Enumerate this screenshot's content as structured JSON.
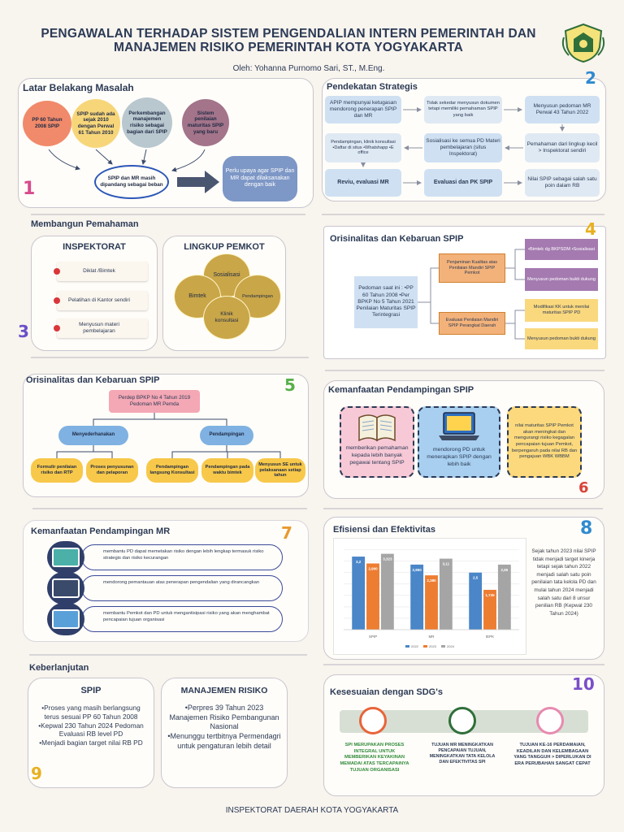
{
  "header": {
    "title_line1": "PENGAWALAN TERHADAP SISTEM PENGENDALIAN INTERN PEMERINTAH DAN",
    "title_line2": "MANAJEMEN RISIKO PEMERINTAH KOTA YOGYAKARTA",
    "author": "Oleh: Yohanna Purnomo Sari, ST., M.Eng."
  },
  "s1": {
    "title": "Latar Belakang Masalah",
    "num": "1",
    "c1": "PP 60 Tahun 2008 SPIP",
    "c2": "SPIP sudah ada sejak 2010 dengan Perwal 61 Tahun 2010",
    "c3": "Perkembangan manajemen risiko sebagai bagian dari SPIP",
    "c4": "Sistem penilaian maturitas SPIP yang baru",
    "ellipse": "SPIP dan MR masih dipandang sebagai beban",
    "result": "Perlu upaya agar SPIP dan MR dapat dilaksanakan dengan baik"
  },
  "s2": {
    "title": "Pendekatan Strategis",
    "num": "2",
    "b1": "APIP mempunyai ketugasan mendorong penerapan SPIP dan MR",
    "b2": "Tidak sekedar menyusun dokumen tetapi memiliki pemahaman SPIP yang baik",
    "b3": "Menyusun pedoman MR Perwal 43 Tahun 2022",
    "b4": "Pendampingan, klinik konsultasi •Daftar di situs •Whatshapp •E office",
    "b5": "Sosialisasi ke semua PD Materi pembelajaran (situs Inspektorat)",
    "b6": "Pemahaman dari lingkup kecil > Inspektorat sendiri",
    "b7": "Reviu, evaluasi MR",
    "b8": "Evaluasi dan PK SPIP",
    "b9": "Nilai SPIP sebagai salah satu poin dalam RB"
  },
  "s3": {
    "title": "Membangun Pemahaman",
    "num": "3",
    "left_title": "INSPEKTORAT",
    "items": [
      "Diklat /Bimtek",
      "Pelatihan di Kantor sendiri",
      "Menyusun materi pembelajaran"
    ],
    "right_title": "LINGKUP PEMKOT",
    "v1": "Sosialisasi",
    "v2": "Bimtek",
    "v3": "Pendampingan",
    "v4": "Klinik konsultasi"
  },
  "s4": {
    "title": "Orisinalitas dan Kebaruan SPIP",
    "num": "4",
    "root": "Pedoman saat ini : •PP 60 Tahun 2008 •Per BPKP No 5 Tahun 2021 Penilaian Maturitas SPIP Terintegrasi",
    "mid1": "Penjaminan Kualitas atas Penilaian Mandiri SPIP Pemkot",
    "mid2": "Evaluasi Penilaian Mandiri SPIP Perangkat Daerah",
    "r1": "•Bimtek dg BKPSDM •Sosialisasi",
    "r2": "Menyusun pedoman bukti dukung",
    "r3": "Modifikasi KK untuk menilai maturitas SPIP PD",
    "r4": "Menyusun pedoman bukti dukung"
  },
  "s5": {
    "title": "Orisinalitas dan Kebaruan SPIP",
    "num": "5",
    "root": "Perdep BPKP No 4 Tahun 2019 Pedoman MR Pemda",
    "m1": "Menyederhanakan",
    "m2": "Pendampingan",
    "l1": "Formulir penilaian risiko dan RTP",
    "l2": "Proses penyusunan dan pelaporan",
    "l3": "Pendampingan langsung Konsultasi",
    "l4": "Pendampingan pada waktu bimtek",
    "l5": "Menyusun SE untuk pelaksanaan setiap tahun"
  },
  "s6": {
    "title": "Kemanfaatan Pendampingan SPIP",
    "num": "6",
    "t1": "memberikan pemahaman kepada lebih banyak pegawai tentang SPIP",
    "t2": "mendorong PD untuk menerapkan SPIP dengan lebih baik",
    "t3": "nilai maturitas SPIP Pemkot akan meningkat dan mengurangi risiko kegagalan pencapaian tujuan Pemkot, berpengaruh pada nilai RB dan pengajuan WBK WBBM"
  },
  "s7": {
    "title": "Kemanfaatan Pendampingan MR",
    "num": "7",
    "items": [
      "membantu PD dapat memetakan risiko dengan lebih lengkap termasuk risiko strategis dan risiko kecurangan",
      "mendorong pemantauan atas penerapan pengendalian yang dirancangkan",
      "membantu Pemkot dan PD untuk mengantisipasi risiko yang akan menghambat pencapaian tujuan organisasi"
    ]
  },
  "s8": {
    "title": "Efisiensi dan Efektivitas",
    "num": "8",
    "text": "Sejak tahun 2023 nilai SPIP tidak menjadi target kinerja tetapi sejak tahun 2022 menjadi salah satu poin penilaian tata kelola PD dan mulai tahun 2024 menjadi salah satu dari 8 unsur penilian RB (Kepwal 230 Tahun 2024)"
  },
  "chart_data": {
    "type": "bar",
    "categories": [
      "SPIP",
      "MR",
      "IEPK"
    ],
    "series": [
      {
        "name": "2022",
        "values": [
          3.2,
          2.85,
          2.5
        ],
        "labels": [
          "3,2",
          "2,850",
          "2,5"
        ],
        "color": "#4a86c8"
      },
      {
        "name": "2023",
        "values": [
          2.9,
          2.38,
          1.745
        ],
        "labels": [
          "2,900",
          "2,380",
          "1,745"
        ],
        "color": "#ed7d31"
      },
      {
        "name": "2024",
        "values": [
          3.323,
          3.11,
          2.85
        ],
        "labels": [
          "3,323",
          "3,11",
          "2,85"
        ],
        "color": "#a5a5a5"
      }
    ],
    "ylim": [
      0,
      3.7
    ],
    "grid": true,
    "legend": "bottom"
  },
  "s9": {
    "title": "Keberlanjutan",
    "num": "9",
    "left_title": "SPIP",
    "left_items": [
      "•Proses yang masih berlangsung terus sesuai PP 60 Tahun 2008",
      "•Kepwal 230 Tahun 2024 Pedoman Evaluasi RB level PD",
      "•Menjadi bagian target nilai RB PD"
    ],
    "right_title": "MANAJEMEN RISIKO",
    "right_items": [
      "•Perpres 39 Tahun 2023 Manajemen Risiko Pembangunan Nasional",
      "•Menunggu tertbitnya Permendagri untuk pengaturan lebih detail"
    ]
  },
  "s10": {
    "title": "Kesesuaian dengan SDG's",
    "num": "10",
    "t1": "SPI MERUPAKAN PROSES INTEGRAL UNTUK MEMBERIKAN KEYAKINAN MEMADAI ATAS TERCAPAINYA TUJUAN ORGANISASI",
    "t2": "TUJUAN MR MENINGKATKAN PENCAPAIAN TUJUAN, MENINGKATKAN TATA KELOLA DAN EFEKTIVITAS SPI",
    "t3": "TUJUAN KE-16 PERDAMAIAN, KEADILAN DAN KELEMBAGAAN YANG TANGGUH > DIPERLUKAN DI ERA PERUBAHAN SANGAT CEPAT"
  },
  "footer": "INSPEKTORAT DAERAH KOTA YOGYAKARTA"
}
